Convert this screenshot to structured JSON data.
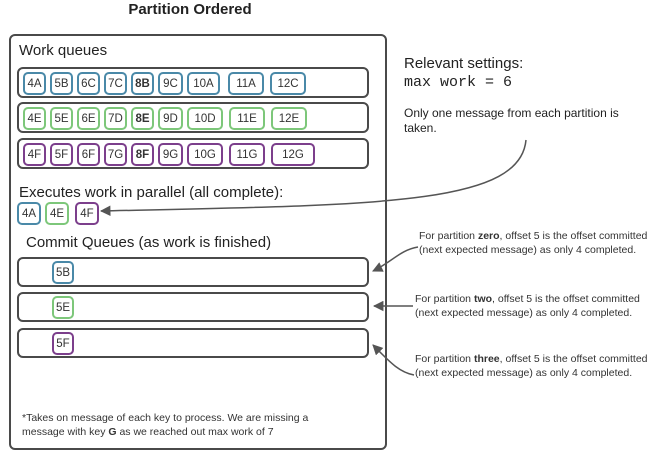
{
  "title": "Partition Ordered",
  "work_queues_label": "Work queues",
  "queues": [
    {
      "color": "blue",
      "items": [
        {
          "label": "4A",
          "bold": false
        },
        {
          "label": "5B",
          "bold": false
        },
        {
          "label": "6C",
          "bold": false
        },
        {
          "label": "7C",
          "bold": false
        },
        {
          "label": "8B",
          "bold": true
        },
        {
          "label": "9C",
          "bold": false
        },
        {
          "label": "10A",
          "bold": false
        },
        {
          "label": "11A",
          "bold": false
        },
        {
          "label": "12C",
          "bold": false
        }
      ]
    },
    {
      "color": "green",
      "items": [
        {
          "label": "4E",
          "bold": false
        },
        {
          "label": "5E",
          "bold": false
        },
        {
          "label": "6E",
          "bold": false
        },
        {
          "label": "7D",
          "bold": false
        },
        {
          "label": "8E",
          "bold": true
        },
        {
          "label": "9D",
          "bold": false
        },
        {
          "label": "10D",
          "bold": false
        },
        {
          "label": "11E",
          "bold": false
        },
        {
          "label": "12E",
          "bold": false
        }
      ]
    },
    {
      "color": "purple",
      "items": [
        {
          "label": "4F",
          "bold": false
        },
        {
          "label": "5F",
          "bold": false
        },
        {
          "label": "6F",
          "bold": false
        },
        {
          "label": "7G",
          "bold": false
        },
        {
          "label": "8F",
          "bold": true
        },
        {
          "label": "9G",
          "bold": false
        },
        {
          "label": "10G",
          "bold": false
        },
        {
          "label": "11G",
          "bold": false
        },
        {
          "label": "12G",
          "bold": false
        }
      ]
    }
  ],
  "parallel_label": "Executes work in parallel (all complete):",
  "parallel_items": [
    {
      "label": "4A",
      "color": "blue"
    },
    {
      "label": "4E",
      "color": "green"
    },
    {
      "label": "4F",
      "color": "purple"
    }
  ],
  "commit_label": "Commit Queues (as work is finished)",
  "commit_items": [
    {
      "label": "5B",
      "color": "blue"
    },
    {
      "label": "5E",
      "color": "green"
    },
    {
      "label": "5F",
      "color": "purple"
    }
  ],
  "footnote": {
    "pre": "*Takes on message of each key to process. We are missing a message with key ",
    "key": "G",
    "post": " as we reached out max work of 7"
  },
  "settings": {
    "heading": "Relevant settings:",
    "code": "max work = 6",
    "desc": "Only one message from each partition is taken."
  },
  "notes": [
    {
      "pre": "For partition ",
      "bold": "zero",
      "post": ", offset 5 is the offset committed (next expected message) as only 4 completed."
    },
    {
      "pre": "For partition ",
      "bold": "two",
      "post": ", offset 5 is the offset committed (next expected message) as only 4 completed."
    },
    {
      "pre": "For partition ",
      "bold": "three",
      "post": ", offset 5 is the offset committed (next expected message) as only 4 completed."
    }
  ],
  "colors": {
    "blue": "#4a89a8",
    "green": "#7dc77a",
    "purple": "#7c3f8c",
    "outline": "#4a4a4a",
    "arrow": "#555555"
  }
}
